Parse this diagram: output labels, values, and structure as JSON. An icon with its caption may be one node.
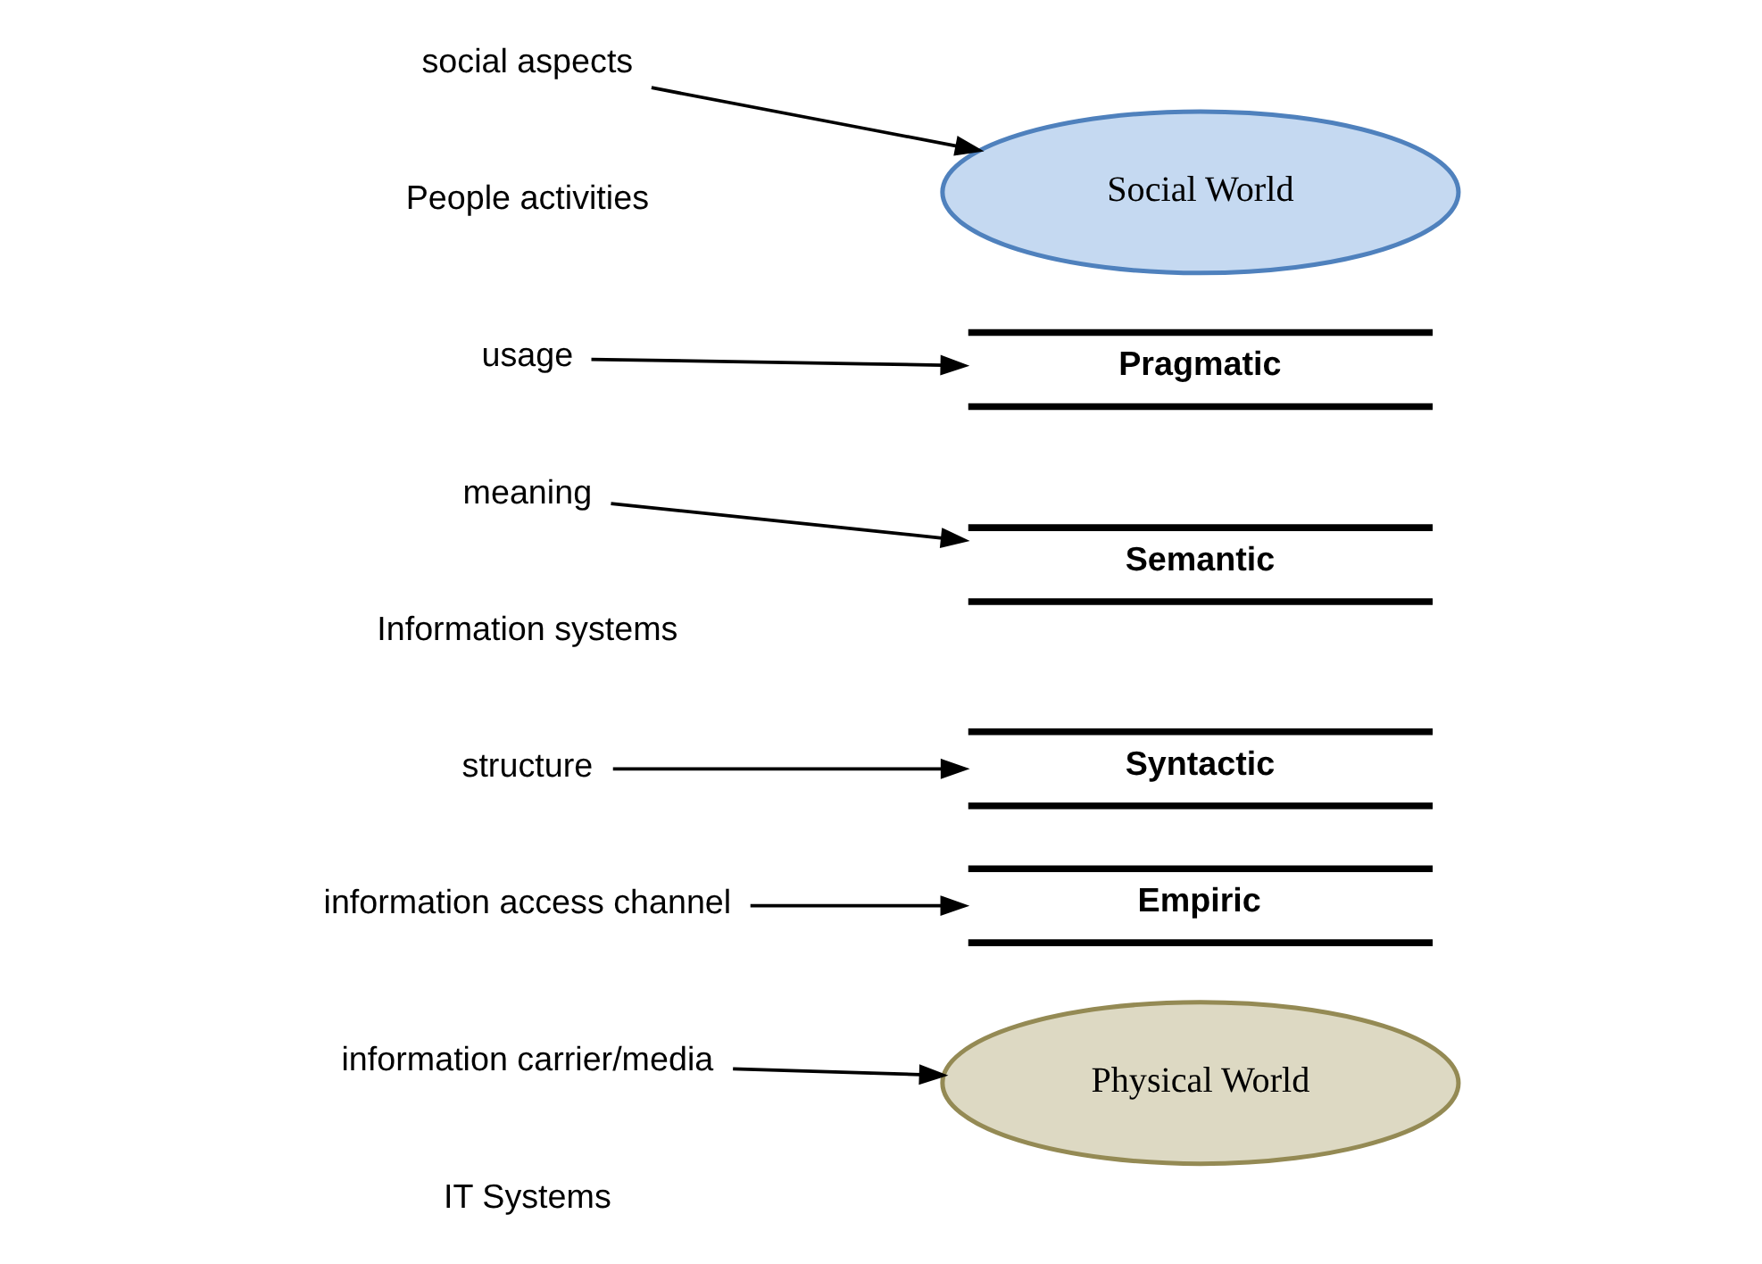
{
  "diagram": {
    "nodes": [
      {
        "text": [
          "Social World"
        ]
      },
      {
        "text": [
          "social aspects"
        ]
      },
      {
        "text": [
          "Pragmatic"
        ]
      },
      {
        "text": [
          "usage"
        ]
      },
      {
        "text": [
          "Semantic"
        ]
      },
      {
        "text": [
          "meaning"
        ]
      },
      {
        "text": [
          "Syntactic"
        ]
      },
      {
        "text": [
          "structure"
        ]
      },
      {
        "text": [
          "Empiric"
        ]
      },
      {
        "text": [
          "information access channel"
        ]
      },
      {
        "text": [
          "Physical World"
        ]
      },
      {
        "text": [
          "information carrier/media"
        ]
      }
    ],
    "edges": [
      {
        "from": 1,
        "to": 0,
        "arrow": "to"
      },
      {
        "from": 3,
        "to": 2,
        "arrow": "to"
      },
      {
        "from": 5,
        "to": 4,
        "arrow": "to"
      },
      {
        "from": 7,
        "to": 6,
        "arrow": "to"
      },
      {
        "from": 9,
        "to": 8,
        "arrow": "to"
      },
      {
        "from": 11,
        "to": 10,
        "arrow": "to"
      }
    ],
    "labels": [
      "People activities",
      "Information systems",
      "IT Systems"
    ]
  }
}
